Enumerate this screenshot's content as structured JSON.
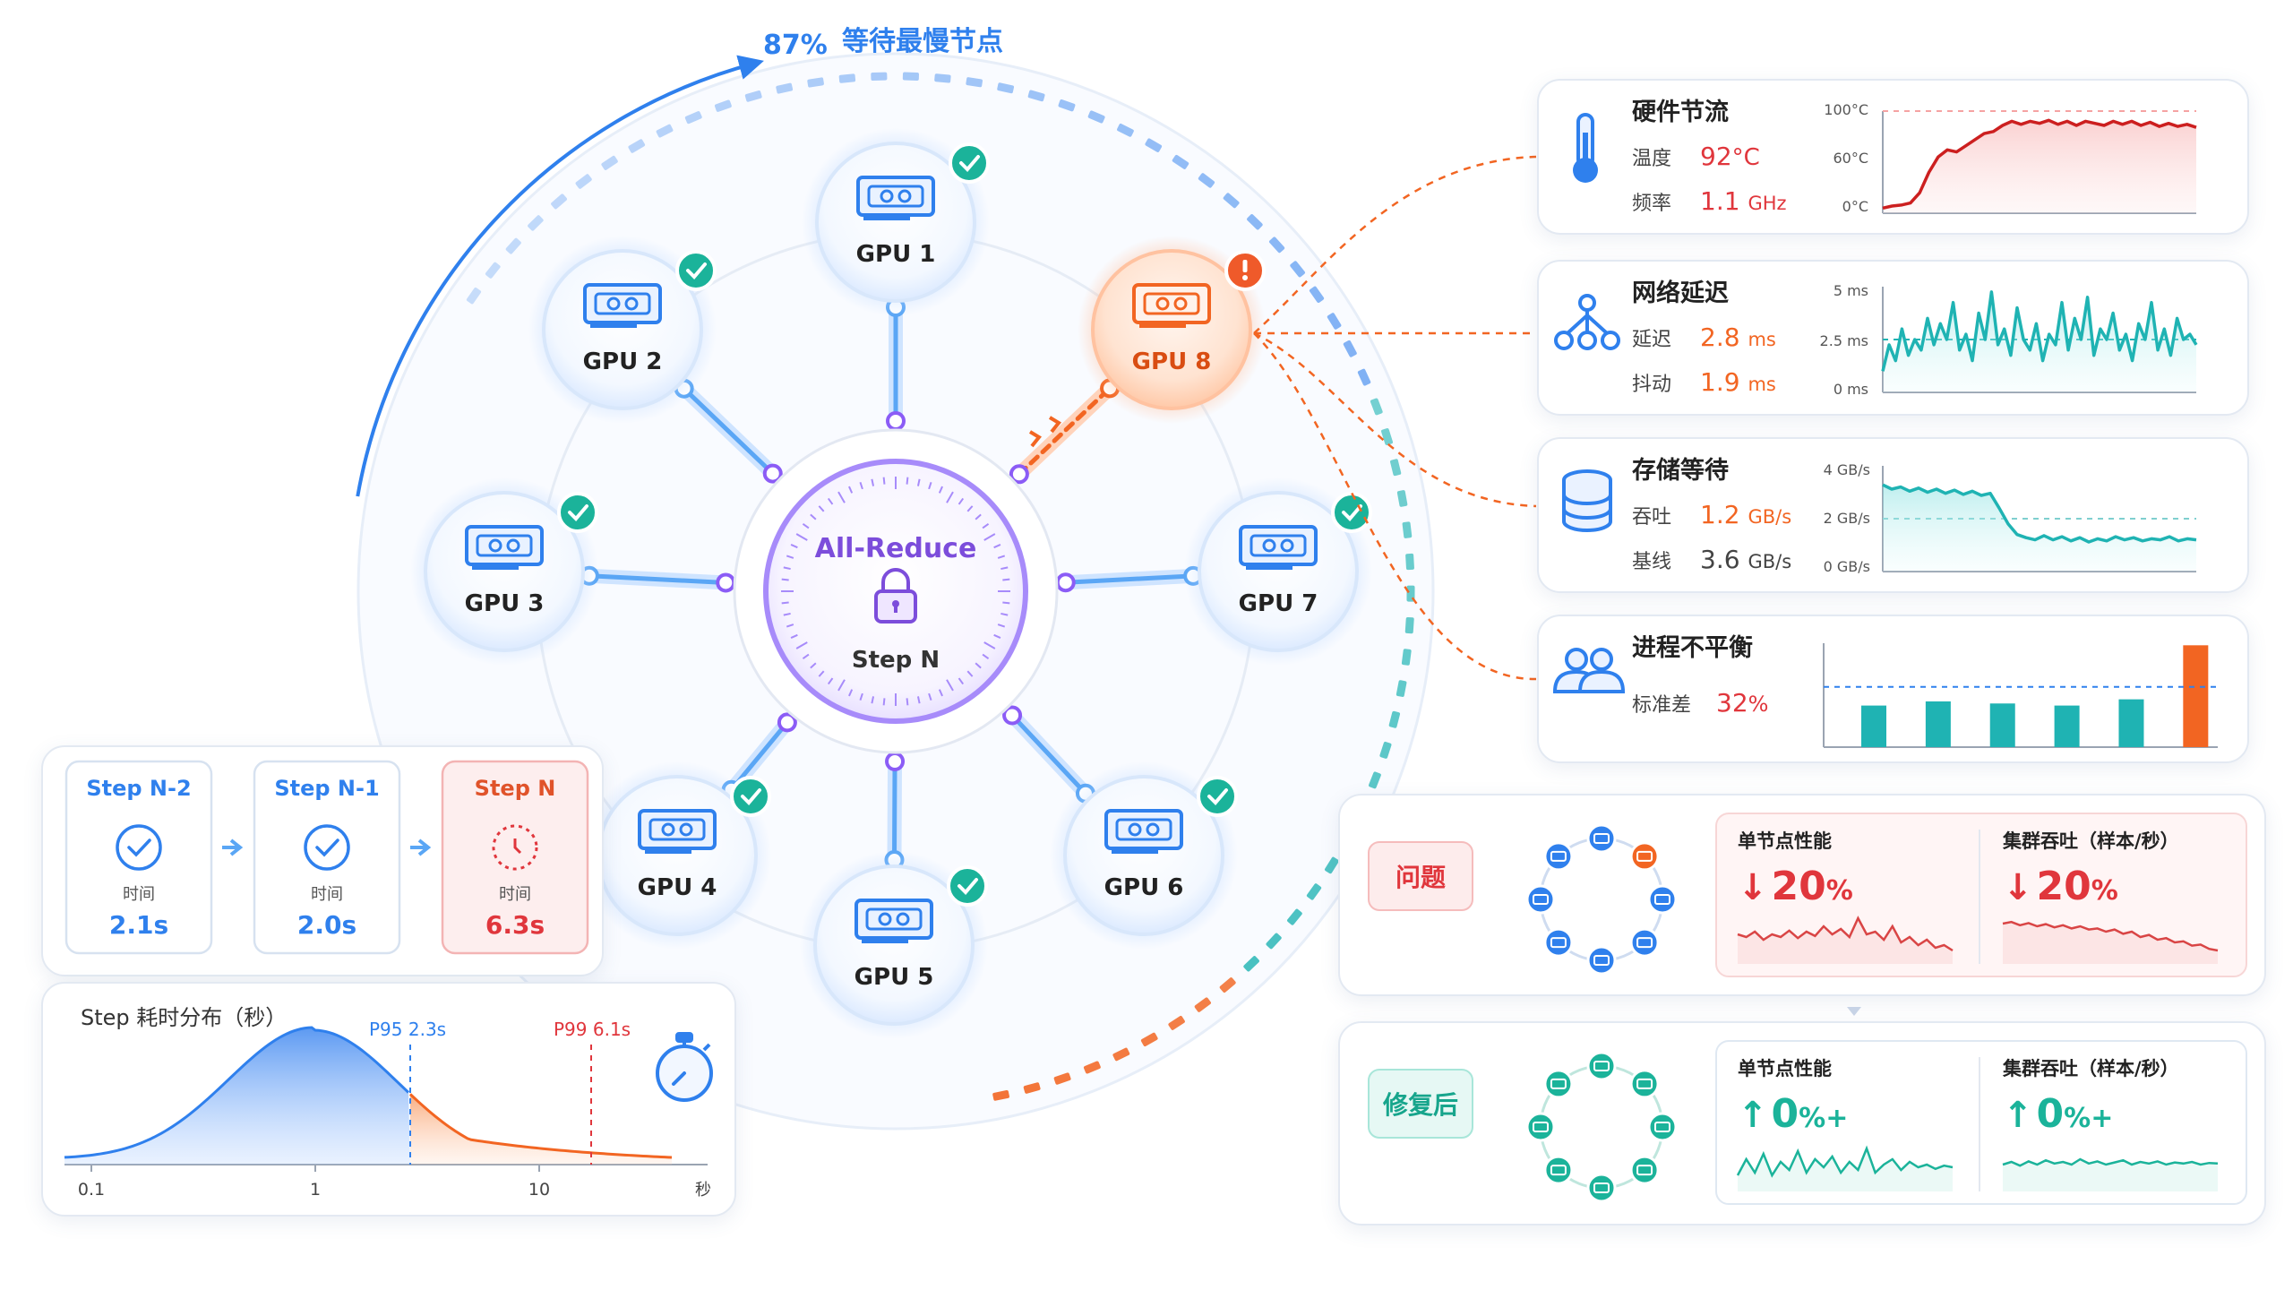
{
  "colors": {
    "blue": "#2f80ed",
    "cyan": "#1fb3b3",
    "orange": "#f26522",
    "red": "#e0363c",
    "purple": "#8b5cf6",
    "green": "#1bb39a"
  },
  "hub": {
    "progress_pct": "87%",
    "progress_text": "等待最慢节点",
    "progress_fraction": 0.87,
    "center_title": "All-Reduce",
    "center_step": "Step N",
    "center_icon": "lock-icon",
    "gpus": [
      {
        "label": "GPU 1",
        "status": "ok"
      },
      {
        "label": "GPU 2",
        "status": "ok"
      },
      {
        "label": "GPU 3",
        "status": "ok"
      },
      {
        "label": "GPU 4",
        "status": "ok"
      },
      {
        "label": "GPU 5",
        "status": "ok"
      },
      {
        "label": "GPU 6",
        "status": "ok"
      },
      {
        "label": "GPU 7",
        "status": "ok"
      },
      {
        "label": "GPU 8",
        "status": "alert"
      }
    ]
  },
  "panels": {
    "thermal": {
      "title": "硬件节流",
      "icon": "thermometer-icon",
      "row1_label": "温度",
      "row1_value": "92",
      "row1_unit": "°C",
      "row2_label": "频率",
      "row2_value": "1.1",
      "row2_unit": "GHz",
      "y_ticks": [
        "100°C",
        "60°C",
        "0°C"
      ],
      "series": [
        0.05,
        0.07,
        0.08,
        0.1,
        0.2,
        0.4,
        0.55,
        0.62,
        0.6,
        0.66,
        0.72,
        0.78,
        0.8,
        0.86,
        0.9,
        0.87,
        0.9,
        0.88,
        0.91,
        0.87,
        0.9,
        0.86,
        0.9,
        0.88,
        0.86,
        0.9,
        0.87,
        0.9,
        0.86,
        0.89,
        0.85,
        0.88,
        0.85,
        0.87,
        0.84
      ]
    },
    "network": {
      "title": "网络延迟",
      "icon": "network-icon",
      "row1_label": "延迟",
      "row1_value": "2.8",
      "row1_unit": "ms",
      "row2_label": "抖动",
      "row2_value": "1.9",
      "row2_unit": "ms",
      "y_ticks": [
        "5 ms",
        "2.5 ms",
        "0 ms"
      ],
      "series": [
        0.2,
        0.45,
        0.3,
        0.6,
        0.35,
        0.5,
        0.4,
        0.7,
        0.45,
        0.65,
        0.5,
        0.85,
        0.4,
        0.55,
        0.3,
        0.75,
        0.5,
        0.95,
        0.45,
        0.6,
        0.35,
        0.8,
        0.5,
        0.4,
        0.65,
        0.3,
        0.55,
        0.45,
        0.85,
        0.4,
        0.7,
        0.5,
        0.9,
        0.35,
        0.6,
        0.5,
        0.75,
        0.4,
        0.55,
        0.3,
        0.65,
        0.5,
        0.85,
        0.4,
        0.6,
        0.35,
        0.7,
        0.5,
        0.55,
        0.45
      ]
    },
    "storage": {
      "title": "存储等待",
      "icon": "database-icon",
      "row1_label": "吞吐",
      "row1_value": "1.2",
      "row1_unit": "GB/s",
      "row2_label": "基线",
      "row2_value": "3.6",
      "row2_unit": "GB/s",
      "y_ticks": [
        "4 GB/s",
        "2 GB/s",
        "0 GB/s"
      ],
      "series": [
        0.82,
        0.78,
        0.8,
        0.76,
        0.79,
        0.75,
        0.78,
        0.74,
        0.77,
        0.73,
        0.76,
        0.72,
        0.74,
        0.6,
        0.45,
        0.35,
        0.32,
        0.3,
        0.34,
        0.3,
        0.33,
        0.29,
        0.32,
        0.28,
        0.31,
        0.29,
        0.33,
        0.3,
        0.32,
        0.29,
        0.31,
        0.3,
        0.33,
        0.29,
        0.31,
        0.3
      ]
    },
    "imbalance": {
      "title": "进程不平衡",
      "icon": "users-icon",
      "row1_label": "标准差",
      "row1_value": "32",
      "row1_unit": "%",
      "bars": [
        0.4,
        0.44,
        0.42,
        0.4,
        0.46,
        0.98
      ],
      "avg": 0.58
    }
  },
  "steps": [
    {
      "name": "Step N-2",
      "time_label": "时间",
      "time": "2.1s",
      "state": "done"
    },
    {
      "name": "Step N-1",
      "time_label": "时间",
      "time": "2.0s",
      "state": "done"
    },
    {
      "name": "Step N",
      "time_label": "时间",
      "time": "6.3s",
      "state": "current"
    }
  ],
  "distribution": {
    "title": "Step 耗时分布（秒）",
    "p95_label": "P95 2.3s",
    "p99_label": "P99 6.1s",
    "x_ticks": [
      "0.1",
      "1",
      "10",
      "秒"
    ],
    "icon": "stopwatch-icon"
  },
  "compare": [
    {
      "tag": "问题",
      "kind": "problem",
      "metric1_title": "单节点性能",
      "metric1_arrow": "↓",
      "metric1_value": "20",
      "metric1_unit": "%",
      "metric2_title": "集群吞吐（样本/秒）",
      "metric2_arrow": "↓",
      "metric2_value": "20",
      "metric2_unit": "%",
      "spark1": [
        0.55,
        0.5,
        0.6,
        0.45,
        0.55,
        0.5,
        0.62,
        0.48,
        0.6,
        0.52,
        0.7,
        0.55,
        0.65,
        0.5,
        0.85,
        0.55,
        0.6,
        0.45,
        0.7,
        0.4,
        0.5,
        0.35,
        0.45,
        0.3,
        0.35,
        0.25
      ],
      "spark2": [
        0.75,
        0.78,
        0.72,
        0.76,
        0.7,
        0.74,
        0.68,
        0.72,
        0.66,
        0.7,
        0.64,
        0.66,
        0.6,
        0.64,
        0.56,
        0.6,
        0.5,
        0.54,
        0.45,
        0.48,
        0.4,
        0.42,
        0.34,
        0.36,
        0.28,
        0.25
      ]
    },
    {
      "tag": "修复后",
      "kind": "fixed",
      "metric1_title": "单节点性能",
      "metric1_arrow": "↑",
      "metric1_value": "0",
      "metric1_unit": "%+",
      "metric2_title": "集群吞吐（样本/秒）",
      "metric2_arrow": "↑",
      "metric2_value": "0",
      "metric2_unit": "%+",
      "spark1": [
        0.3,
        0.6,
        0.35,
        0.7,
        0.3,
        0.55,
        0.4,
        0.75,
        0.35,
        0.6,
        0.45,
        0.65,
        0.35,
        0.55,
        0.4,
        0.8,
        0.35,
        0.5,
        0.6,
        0.4,
        0.55,
        0.45,
        0.5,
        0.42,
        0.48,
        0.45
      ],
      "spark2": [
        0.5,
        0.55,
        0.48,
        0.56,
        0.5,
        0.58,
        0.52,
        0.55,
        0.5,
        0.6,
        0.52,
        0.56,
        0.5,
        0.54,
        0.58,
        0.5,
        0.55,
        0.52,
        0.56,
        0.5,
        0.54,
        0.52,
        0.55,
        0.5,
        0.53,
        0.52
      ]
    }
  ]
}
